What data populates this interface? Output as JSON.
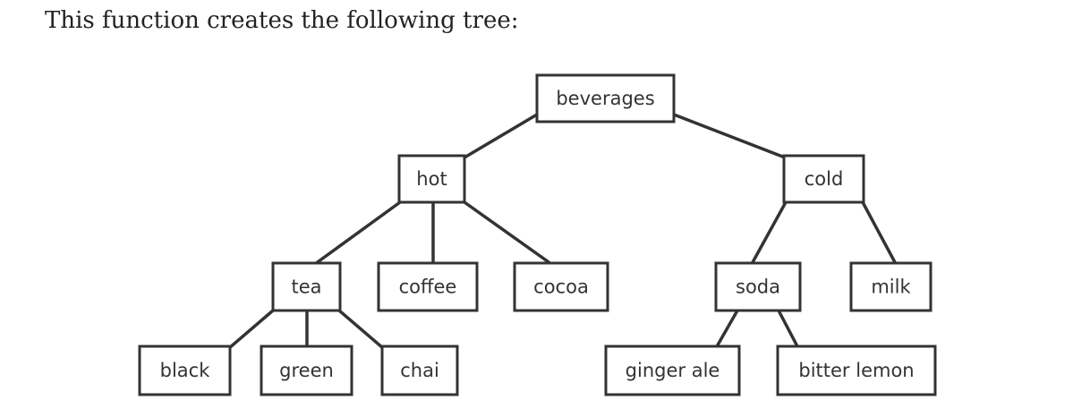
{
  "intro_text": "This function creates the following tree:",
  "tree": {
    "nodes": [
      {
        "id": "beverages",
        "label": "beverages"
      },
      {
        "id": "hot",
        "label": "hot"
      },
      {
        "id": "cold",
        "label": "cold"
      },
      {
        "id": "tea",
        "label": "tea"
      },
      {
        "id": "coffee",
        "label": "coffee"
      },
      {
        "id": "cocoa",
        "label": "cocoa"
      },
      {
        "id": "soda",
        "label": "soda"
      },
      {
        "id": "milk",
        "label": "milk"
      },
      {
        "id": "black",
        "label": "black"
      },
      {
        "id": "green",
        "label": "green"
      },
      {
        "id": "chai",
        "label": "chai"
      },
      {
        "id": "ginger_ale",
        "label": "ginger ale"
      },
      {
        "id": "bitter_lemon",
        "label": "bitter lemon"
      }
    ],
    "edges": [
      [
        "beverages",
        "hot"
      ],
      [
        "beverages",
        "cold"
      ],
      [
        "hot",
        "tea"
      ],
      [
        "hot",
        "coffee"
      ],
      [
        "hot",
        "cocoa"
      ],
      [
        "cold",
        "soda"
      ],
      [
        "cold",
        "milk"
      ],
      [
        "tea",
        "black"
      ],
      [
        "tea",
        "green"
      ],
      [
        "tea",
        "chai"
      ],
      [
        "soda",
        "ginger_ale"
      ],
      [
        "soda",
        "bitter_lemon"
      ]
    ]
  }
}
